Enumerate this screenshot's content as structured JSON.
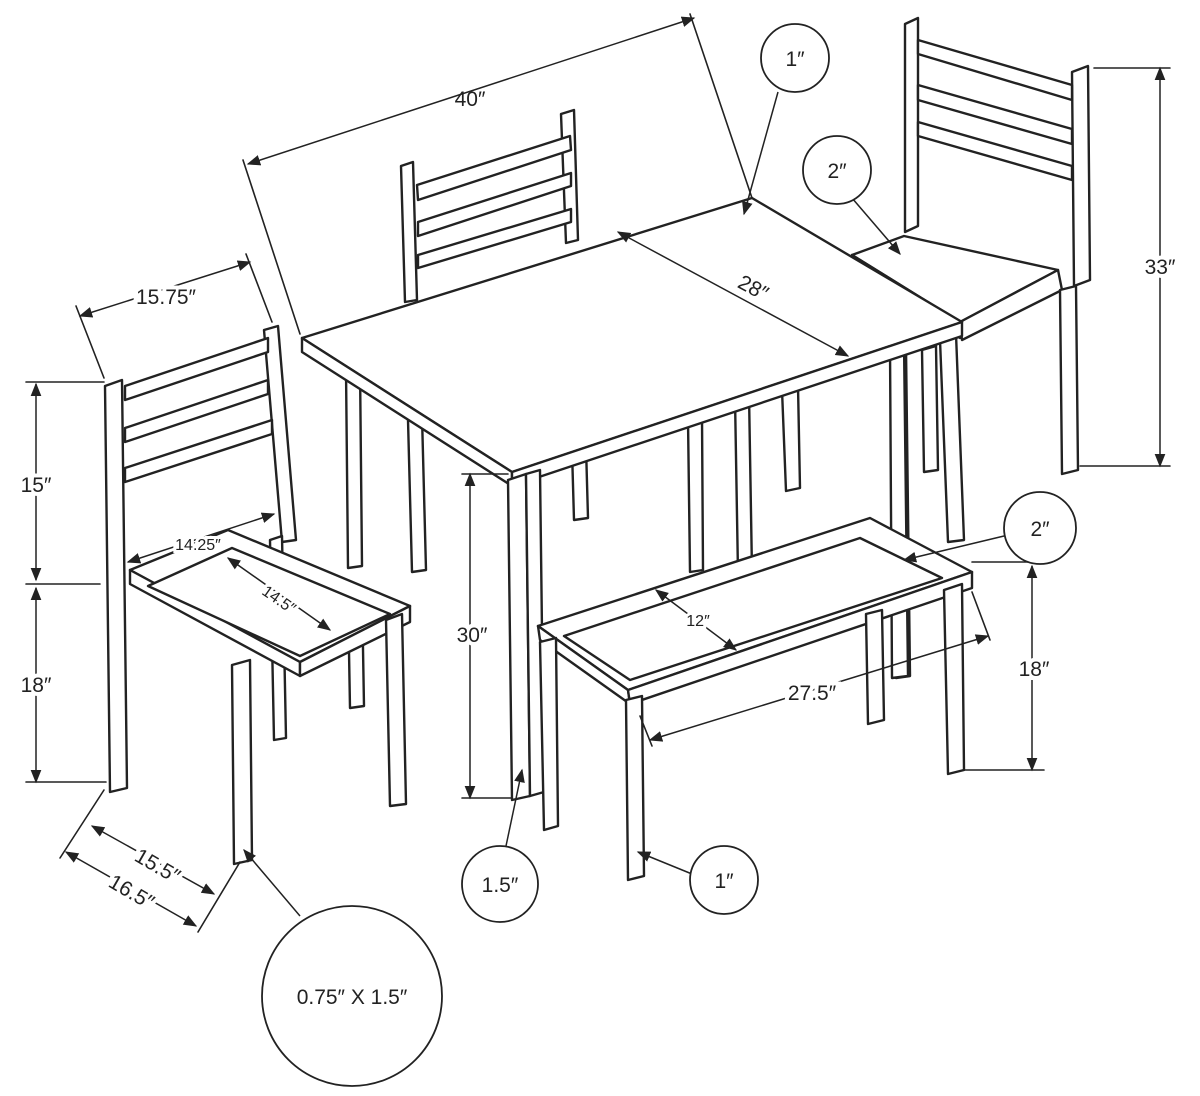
{
  "dimensions": {
    "table_length": "40″",
    "table_width": "28″",
    "table_height": "30″",
    "table_top_thickness": "1″",
    "table_leg": "1.5″",
    "chair_back_width": "15.75″",
    "chair_backrest_height": "15″",
    "chair_seat_height": "18″",
    "chair_seat_width": "14.25″",
    "chair_seat_depth": "14.5″",
    "chair_depth_inner": "15.5″",
    "chair_depth_outer": "16.5″",
    "chair_leg_size": "0.75″ X 1.5″",
    "chair_total_height": "33″",
    "chair_cushion": "2″",
    "bench_cushion": "2″",
    "bench_depth": "12″",
    "bench_length": "27.5″",
    "bench_height": "18″",
    "bench_leg": "1″"
  },
  "colors": {
    "ink": "#222222",
    "background": "#ffffff"
  }
}
